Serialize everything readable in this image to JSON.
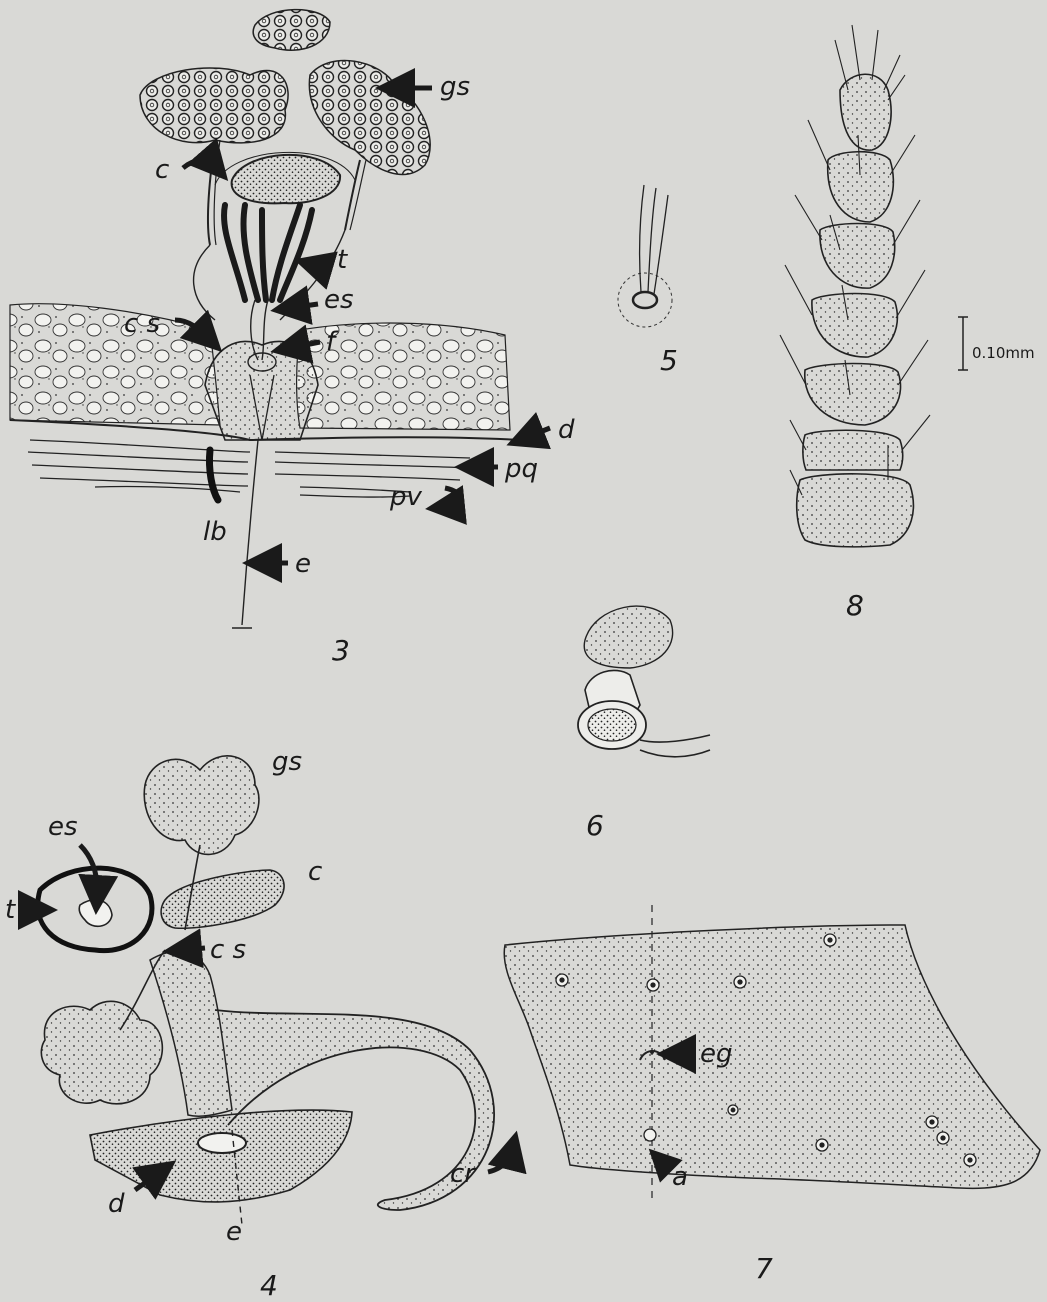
{
  "colors": {
    "paper": "#d9d9d6",
    "ink": "#1a1a1a"
  },
  "figures": {
    "fig3": {
      "number": "3",
      "labels": {
        "gs": "gs",
        "c": "c",
        "t": "t",
        "es": "es",
        "cs": "c s",
        "f": "f",
        "d": "d",
        "pq": "pq",
        "pv": "pv",
        "lb": "lb",
        "e": "e"
      }
    },
    "fig4": {
      "number": "4",
      "labels": {
        "gs": "gs",
        "es": "es",
        "t": "t",
        "c": "c",
        "cs": "c s",
        "d": "d",
        "e": "e",
        "cr": "cr"
      }
    },
    "fig5": {
      "number": "5"
    },
    "fig6": {
      "number": "6"
    },
    "fig7": {
      "number": "7",
      "labels": {
        "eg": "eg",
        "a": "a"
      }
    },
    "fig8": {
      "number": "8",
      "scale_label": "0.10mm"
    }
  }
}
